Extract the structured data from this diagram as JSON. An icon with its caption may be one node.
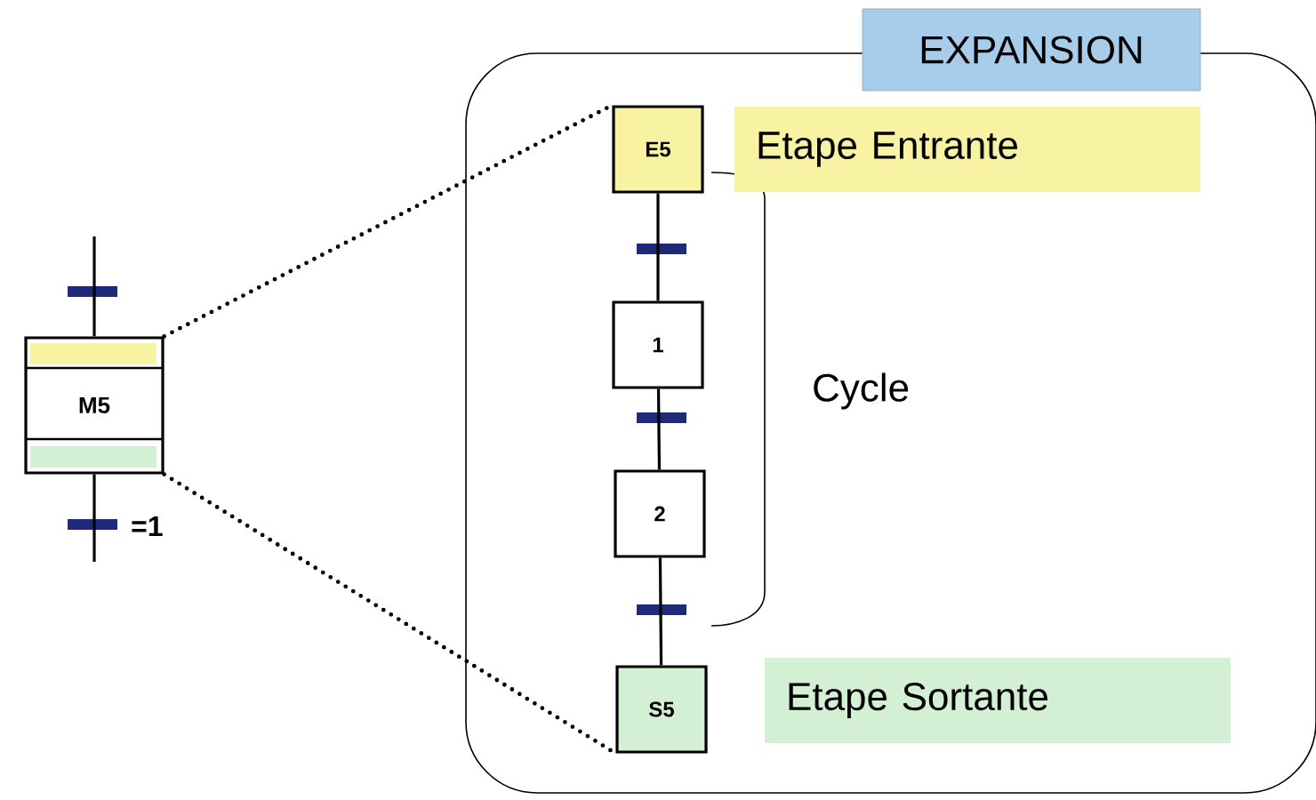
{
  "diagram": {
    "nodes": [
      {
        "text": [
          "EXPANSION"
        ]
      },
      {
        "text": [
          "M5"
        ]
      },
      {
        "text": [
          "E5"
        ],
        "in": 0
      },
      {
        "text": [
          "Etape Entrante"
        ],
        "in": 0
      },
      {
        "text": [
          "1"
        ],
        "in": 0
      },
      {
        "text": [
          "2"
        ],
        "in": 0
      },
      {
        "text": [
          "S5"
        ],
        "in": 0
      },
      {
        "text": [
          "Etape Sortante"
        ],
        "in": 0
      }
    ],
    "edges": [
      {
        "from": null,
        "to": 1,
        "arrow": "none"
      },
      {
        "from": 1,
        "to": null,
        "arrow": "none"
      },
      {
        "from": 1,
        "to": 2,
        "arrow": "none",
        "style": "dashed"
      },
      {
        "from": 1,
        "to": 6,
        "arrow": "none",
        "style": "dashed"
      },
      {
        "from": 2,
        "to": 4,
        "arrow": "none"
      },
      {
        "from": 4,
        "to": 5,
        "arrow": "none"
      },
      {
        "from": 5,
        "to": 6,
        "arrow": "none"
      }
    ],
    "labels": [
      "=1",
      "Cycle"
    ]
  }
}
